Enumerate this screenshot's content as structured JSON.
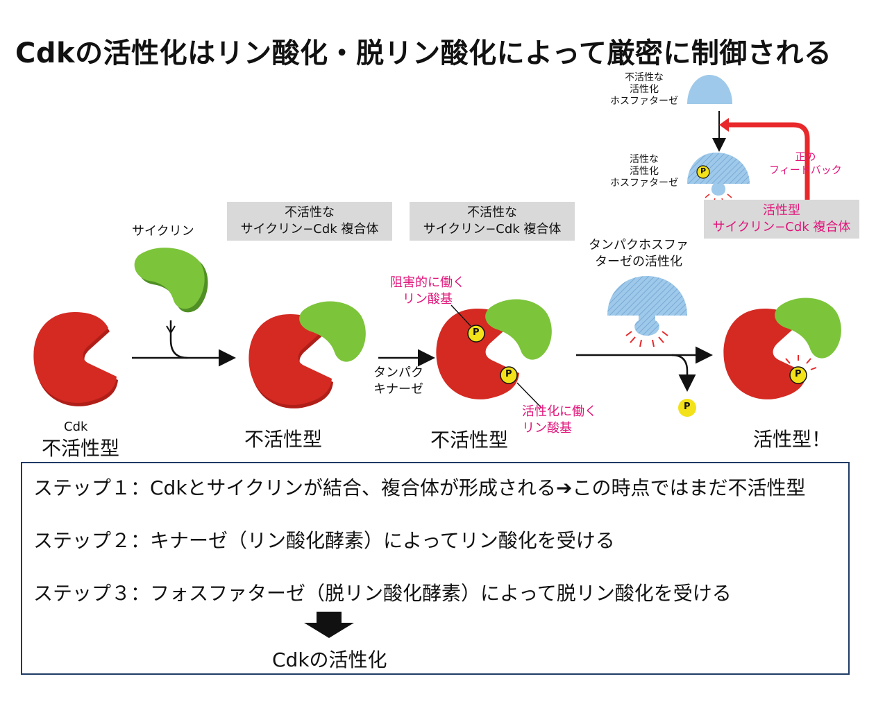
{
  "title": "Cdkの活性化はリン酸化・脱リン酸化によって厳密に制御される",
  "labels": {
    "cyclin": "サイクリン",
    "inactive_complex_1": [
      "不活性な",
      "サイクリン−Cdk 複合体"
    ],
    "inactive_complex_2": [
      "不活性な",
      "サイクリン−Cdk 複合体"
    ],
    "protein_kinase": [
      "タンパク",
      "キナーゼ"
    ],
    "phosphatase_activation": [
      "タンパクホスファ",
      "ターゼの活性化"
    ],
    "inhibitory_phosphate": [
      "阻害的に働く",
      "リン酸基"
    ],
    "activating_phosphate": [
      "活性化に働く",
      "リン酸基"
    ],
    "inactive_phosphatase": [
      "不活性な",
      "活性化",
      "ホスファターゼ"
    ],
    "active_phosphatase": [
      "活性な",
      "活性化",
      "ホスファターゼ"
    ],
    "positive_feedback": [
      "正の",
      "フィードバック"
    ],
    "active_complex": [
      "活性型",
      "サイクリン−Cdk 複合体"
    ],
    "cdk": "Cdk",
    "phospho": "P"
  },
  "states": {
    "s1": "不活性型",
    "s2": "不活性型",
    "s3": "不活性型",
    "s4": "活性型！"
  },
  "steps": [
    "ステップ１：Cdkとサイクリンが結合、複合体が形成される➔この時点ではまだ不活性型",
    "ステップ２：キナーゼ（リン酸化酵素）によってリン酸化を受ける",
    "ステップ３：フォスファターゼ（脱リン酸化酵素）によって脱リン酸化を受ける"
  ],
  "conclusion": "Cdkの活性化",
  "colors": {
    "cdk_red": "#d42a22",
    "cyclin_green": "#7cc43a",
    "phosphatase_blue": "#9ec9ea",
    "phosphate_yellow": "#f3e11a",
    "feedback_red": "#e8282a",
    "pink_text": "#e0157a",
    "box_border": "#1f3b66"
  }
}
